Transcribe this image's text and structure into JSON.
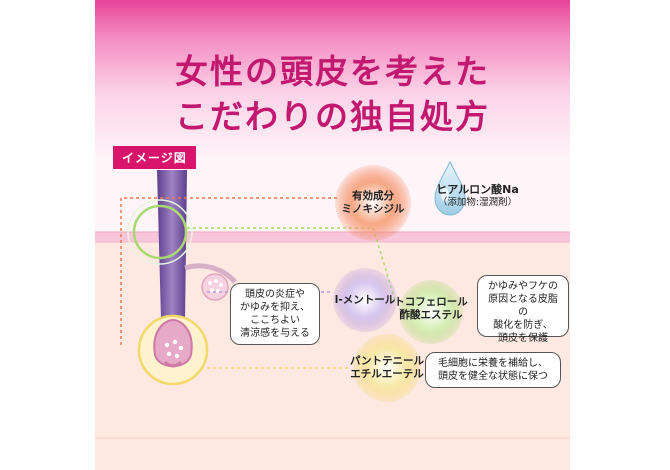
{
  "headline": {
    "line1": "女性の頭皮を考えた",
    "line2": "こだわりの独自処方"
  },
  "image_tag": "イメージ図",
  "ingredients": {
    "minoxidil": {
      "line1": "有効成分",
      "line2": "ミノキシジル"
    },
    "hyaluronic": {
      "line1": "ヒアルロン酸Na",
      "line2": "（添加物:湿潤剤）"
    },
    "menthol": {
      "line1": "l-メントール"
    },
    "tocopherol": {
      "line1": "トコフェロール",
      "line2": "酢酸エステル"
    },
    "panthenyl": {
      "line1": "パントテニール",
      "line2": "エチルエーテル"
    }
  },
  "notes": {
    "menthol": {
      "line1": "頭皮の炎症や",
      "line2": "かゆみを抑え、",
      "line3": "ここちよい",
      "line4": "清涼感を与える"
    },
    "tocopherol": {
      "line1": "かゆみやフケの",
      "line2": "原因となる皮脂の",
      "line3": "酸化を防ぎ、",
      "line4": "頭皮を保護"
    },
    "panthenyl": {
      "line1": "毛細胞に栄養を補給し、",
      "line2": "頭皮を健全な状態に保つ"
    }
  },
  "colors": {
    "headline": "#c2186f",
    "tag_bg": "#d9156b",
    "minoxidil": "#f07a4f",
    "menthol": "#b59ad8",
    "tocopherol": "#a9d86e",
    "panthenyl": "#f3d86a",
    "hyaluronic": "#a9d4ea"
  }
}
